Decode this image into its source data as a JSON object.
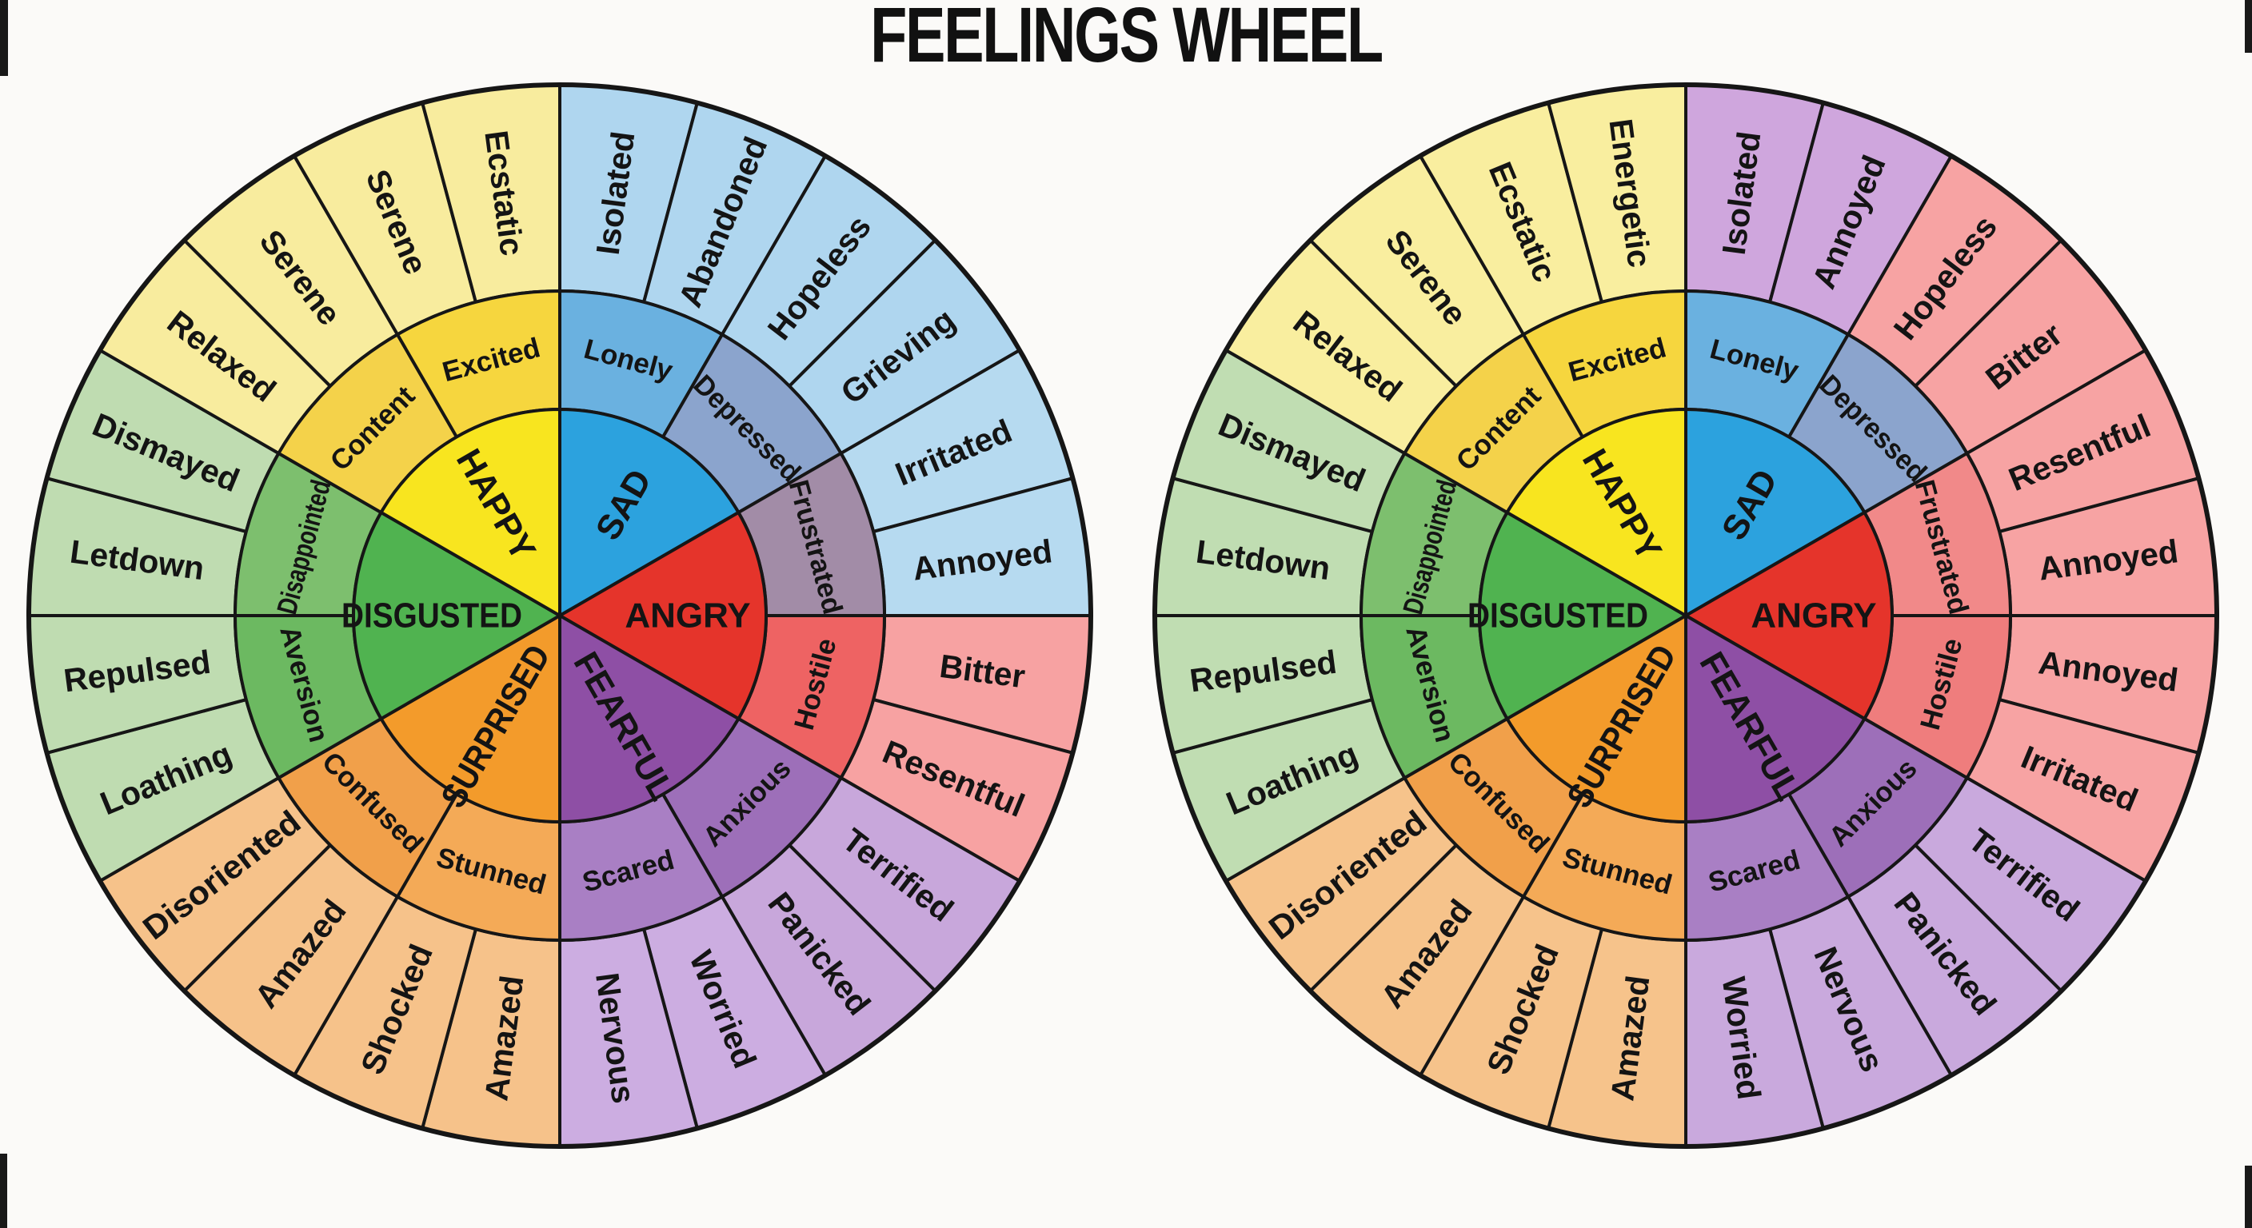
{
  "title": "FEELINGS WHEEL",
  "background": "#fbfaf8",
  "line_color": "#161616",
  "text_color": "#141414",
  "wheels": [
    {
      "name": "left",
      "core": [
        {
          "label": "SAD",
          "color": "#2ca2de"
        },
        {
          "label": "ANGRY",
          "color": "#e5342b"
        },
        {
          "label": "FEARFUL",
          "color": "#8e4fa5"
        },
        {
          "label": "SURPRISED",
          "color": "#f39b2b"
        },
        {
          "label": "DISGUSTED",
          "color": "#50b350"
        },
        {
          "label": "HAPPY",
          "color": "#f8e51f"
        }
      ],
      "middle": [
        {
          "label": "Lonely",
          "color": "#6ab1e0"
        },
        {
          "label": "Depressed",
          "color": "#8ba4cd"
        },
        {
          "label": "Frustrated",
          "color": "#a28ca7"
        },
        {
          "label": "Hostile",
          "color": "#ee6363"
        },
        {
          "label": "Anxious",
          "color": "#9d6fb9"
        },
        {
          "label": "Scared",
          "color": "#a97fc4"
        },
        {
          "label": "Stunned",
          "color": "#f4aa57"
        },
        {
          "label": "Confused",
          "color": "#f1a04a"
        },
        {
          "label": "Aversion",
          "color": "#6cb961"
        },
        {
          "label": "Disappointed",
          "color": "#7dbf6e"
        },
        {
          "label": "Content",
          "color": "#f4d24a"
        },
        {
          "label": "Excited",
          "color": "#f6d63e"
        }
      ],
      "outer": [
        {
          "label": "Isolated",
          "color": "#afd6ef"
        },
        {
          "label": "Abandoned",
          "color": "#afd6ef"
        },
        {
          "label": "Hopeless",
          "color": "#afd6ef"
        },
        {
          "label": "Grieving",
          "color": "#afd6ef"
        },
        {
          "label": "Irritated",
          "color": "#b6daf0"
        },
        {
          "label": "Annoyed",
          "color": "#b6daf0"
        },
        {
          "label": "Bitter",
          "color": "#f7a2a2"
        },
        {
          "label": "Resentful",
          "color": "#f7a2a2"
        },
        {
          "label": "Terrified",
          "color": "#c8a7db"
        },
        {
          "label": "Panicked",
          "color": "#c8a7db"
        },
        {
          "label": "Worried",
          "color": "#ccade1"
        },
        {
          "label": "Nervous",
          "color": "#ccade1"
        },
        {
          "label": "Amazed",
          "color": "#f6c28a"
        },
        {
          "label": "Shocked",
          "color": "#f6c28a"
        },
        {
          "label": "Amazed",
          "color": "#f6c28a"
        },
        {
          "label": "Disoriented",
          "color": "#f6c28a"
        },
        {
          "label": "Loathing",
          "color": "#bfdcb1"
        },
        {
          "label": "Repulsed",
          "color": "#bfdcb1"
        },
        {
          "label": "Letdown",
          "color": "#bfdcb1"
        },
        {
          "label": "Dismayed",
          "color": "#bfdcb1"
        },
        {
          "label": "Relaxed",
          "color": "#f8ec9e"
        },
        {
          "label": "Serene",
          "color": "#f8ec9e"
        },
        {
          "label": "Serene",
          "color": "#f8ec9e"
        },
        {
          "label": "Ecstatic",
          "color": "#f8ec9e"
        }
      ]
    },
    {
      "name": "right",
      "core": [
        {
          "label": "SAD",
          "color": "#2ca2de"
        },
        {
          "label": "ANGRY",
          "color": "#e5342b"
        },
        {
          "label": "FEARFUL",
          "color": "#8e4fa5"
        },
        {
          "label": "SURPRISED",
          "color": "#f39b2b"
        },
        {
          "label": "DISGUSTED",
          "color": "#50b350"
        },
        {
          "label": "HAPPY",
          "color": "#f8e51f"
        }
      ],
      "middle": [
        {
          "label": "Lonely",
          "color": "#6ab1e0"
        },
        {
          "label": "Depressed",
          "color": "#8ba4cd"
        },
        {
          "label": "Frustrated",
          "color": "#f18989"
        },
        {
          "label": "Hostile",
          "color": "#ef7d7d"
        },
        {
          "label": "Anxious",
          "color": "#9d6fb9"
        },
        {
          "label": "Scared",
          "color": "#a97fc4"
        },
        {
          "label": "Stunned",
          "color": "#f4aa57"
        },
        {
          "label": "Confused",
          "color": "#f1a04a"
        },
        {
          "label": "Aversion",
          "color": "#6cb961"
        },
        {
          "label": "Disappointed",
          "color": "#7dbf6e"
        },
        {
          "label": "Content",
          "color": "#f4d24a"
        },
        {
          "label": "Excited",
          "color": "#f6d63e"
        }
      ],
      "outer": [
        {
          "label": "Isolated",
          "color": "#cfa6dd"
        },
        {
          "label": "Annoyed",
          "color": "#cfa6dd"
        },
        {
          "label": "Hopeless",
          "color": "#f7a3a3"
        },
        {
          "label": "Bitter",
          "color": "#f7a3a3"
        },
        {
          "label": "Resentful",
          "color": "#f7a3a3"
        },
        {
          "label": "Annoyed",
          "color": "#f7a3a3"
        },
        {
          "label": "Annoyed",
          "color": "#f7a3a3"
        },
        {
          "label": "Irritated",
          "color": "#f7a3a3"
        },
        {
          "label": "Terrified",
          "color": "#c9a9dd"
        },
        {
          "label": "Panicked",
          "color": "#c9a9dd"
        },
        {
          "label": "Nervous",
          "color": "#c9a9dd"
        },
        {
          "label": "Worried",
          "color": "#c9a9dd"
        },
        {
          "label": "Amazed",
          "color": "#f6c38b"
        },
        {
          "label": "Shocked",
          "color": "#f6c38b"
        },
        {
          "label": "Amazed",
          "color": "#f6c38b"
        },
        {
          "label": "Disoriented",
          "color": "#f6c38b"
        },
        {
          "label": "Loathing",
          "color": "#c0ddb2"
        },
        {
          "label": "Repulsed",
          "color": "#c0ddb2"
        },
        {
          "label": "Letdown",
          "color": "#c0ddb2"
        },
        {
          "label": "Dismayed",
          "color": "#c0ddb2"
        },
        {
          "label": "Relaxed",
          "color": "#f9ee9f"
        },
        {
          "label": "Serene",
          "color": "#f9ee9f"
        },
        {
          "label": "Ecstatic",
          "color": "#f9ee9f"
        },
        {
          "label": "Energetic",
          "color": "#f9ee9f"
        }
      ]
    }
  ]
}
